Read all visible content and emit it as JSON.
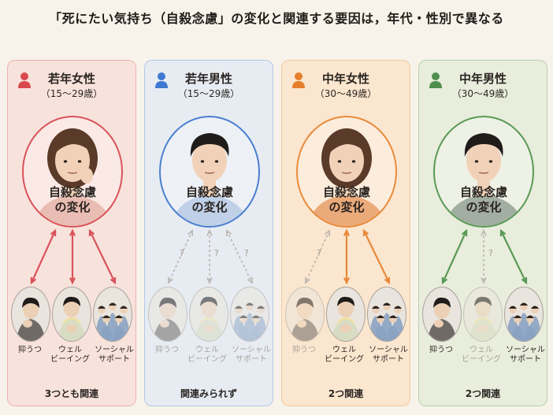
{
  "title": "「死にたい気持ち（自殺念慮」の変化と関連する要因は，年代・性別で異なる",
  "center_label": [
    "自殺念慮",
    "の変化"
  ],
  "factor_labels": {
    "depression": "抑うつ",
    "wellbeing": [
      "ウェル",
      "ビーイング"
    ],
    "social": [
      "ソーシャル",
      "サポート"
    ]
  },
  "question_mark": "?",
  "panels": [
    {
      "group": "若年女性",
      "age": "（15～29歳）",
      "conclusion": "3つとも関連",
      "color": "#d9535a",
      "bg": "#f8e2dc",
      "icon_color": "#d9484f",
      "links": [
        true,
        true,
        true
      ]
    },
    {
      "group": "若年男性",
      "age": "（15～29歳）",
      "conclusion": "関連みられず",
      "color": "#4a7fcf",
      "bg": "#e7ecf3",
      "icon_color": "#3f79cf",
      "links": [
        false,
        false,
        false
      ]
    },
    {
      "group": "中年女性",
      "age": "（30～49歳）",
      "conclusion": "2つ関連",
      "color": "#e88a3a",
      "bg": "#fbe6cf",
      "icon_color": "#e57f2c",
      "links": [
        false,
        true,
        true
      ]
    },
    {
      "group": "中年男性",
      "age": "（30～49歳）",
      "conclusion": "2つ関連",
      "color": "#5a9a55",
      "bg": "#e8eddc",
      "icon_color": "#4f8f4c",
      "links": [
        true,
        false,
        true
      ]
    }
  ]
}
